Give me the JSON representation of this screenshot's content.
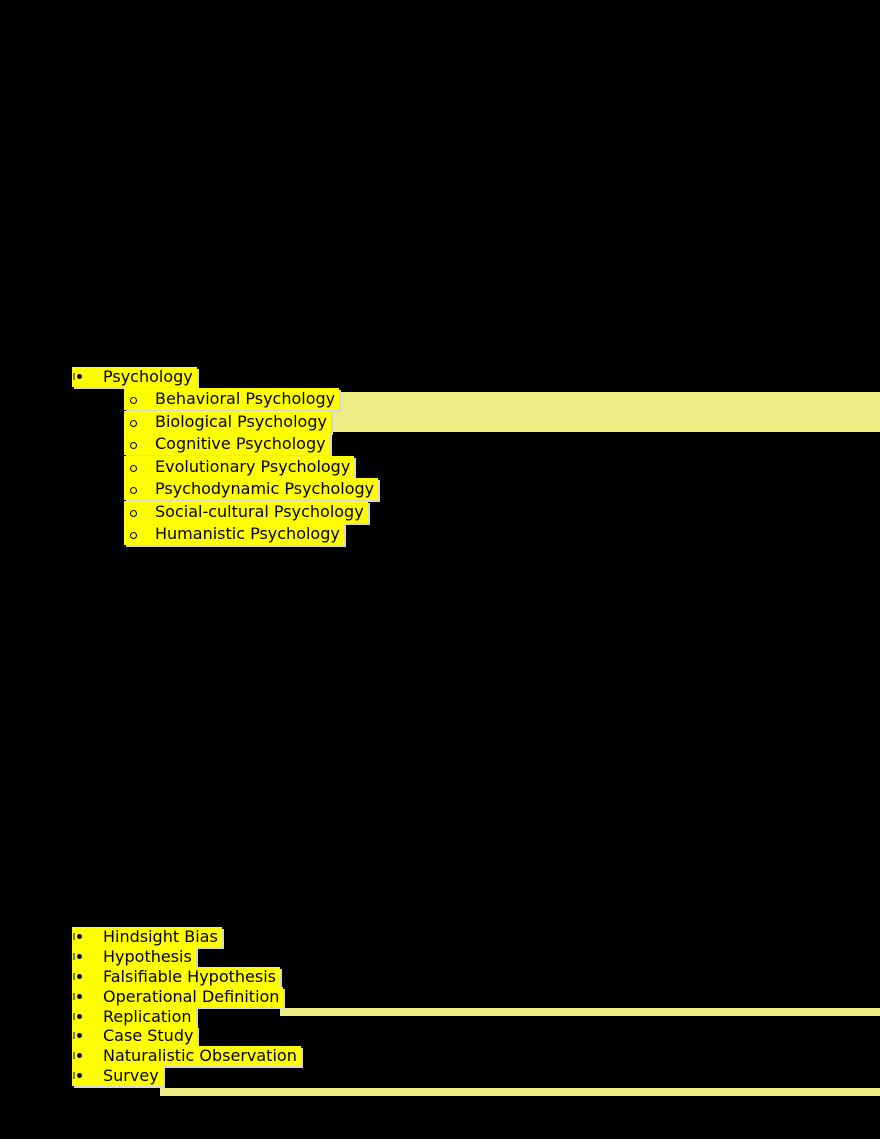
{
  "colors": {
    "background": "#000000",
    "highlight": "#FFFF00",
    "pale_highlight": "#ECEE84",
    "text": "#000000"
  },
  "outline_1": {
    "title": "Psychology",
    "bullet_icon": "disc-bullet",
    "subitems": [
      {
        "label": "Behavioral Psychology"
      },
      {
        "label": "Biological Psychology"
      },
      {
        "label": "Cognitive Psychology"
      },
      {
        "label": "Evolutionary Psychology"
      },
      {
        "label": "Psychodynamic Psychology"
      },
      {
        "label": "Social-cultural Psychology"
      },
      {
        "label": "Humanistic Psychology"
      }
    ],
    "subitem_bullet_icon": "circle-bullet"
  },
  "outline_2": {
    "bullet_icon": "disc-bullet",
    "items": [
      {
        "label": "Hindsight Bias"
      },
      {
        "label": "Hypothesis"
      },
      {
        "label": "Falsifiable Hypothesis"
      },
      {
        "label": "Operational Definition"
      },
      {
        "label": "Replication"
      },
      {
        "label": "Case Study"
      },
      {
        "label": "Naturalistic Observation"
      },
      {
        "label": "Survey"
      }
    ]
  }
}
